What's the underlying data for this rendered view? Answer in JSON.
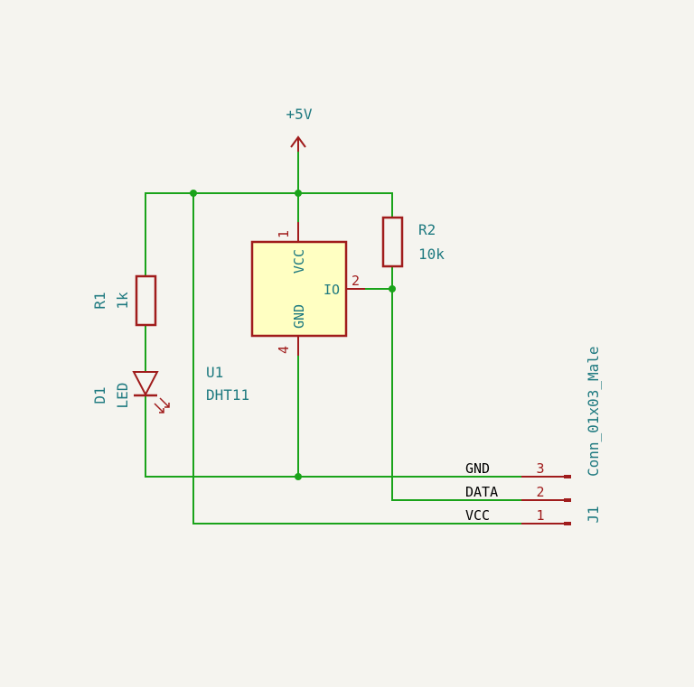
{
  "power_symbol": {
    "label": "+5V"
  },
  "u1": {
    "ref": "U1",
    "value": "DHT11",
    "pins": {
      "vcc_num": "1",
      "vcc_name": "VCC",
      "gnd_num": "4",
      "gnd_name": "GND",
      "io_num": "2",
      "io_name": "IO"
    }
  },
  "r1": {
    "ref": "R1",
    "value": "1k"
  },
  "r2": {
    "ref": "R2",
    "value": "10k"
  },
  "d1": {
    "ref": "D1",
    "value": "LED"
  },
  "j1": {
    "ref": "J1",
    "value": "Conn_01x03_Male",
    "pins": [
      {
        "num": "3",
        "net": "GND"
      },
      {
        "num": "2",
        "net": "DATA"
      },
      {
        "num": "1",
        "net": "VCC"
      }
    ]
  },
  "colors": {
    "wire": "#1aa31a",
    "component": "#a01c1c",
    "ic_fill": "#ffffc2",
    "text": "#1f7a80",
    "background": "#f5f4ef"
  }
}
